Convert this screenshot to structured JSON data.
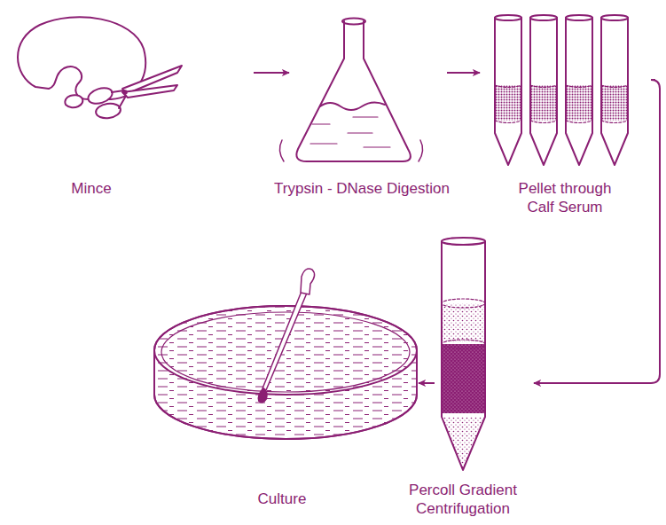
{
  "diagram": {
    "nodes": [
      {
        "text": [
          "Mince"
        ]
      },
      {
        "text": [
          "Trypsin - DNase Digestion"
        ]
      },
      {
        "text": [
          "Pellet through Calf Serum"
        ]
      },
      {
        "text": [
          "Culture"
        ]
      },
      {
        "text": [
          "Percoll Gradient Centrifugation"
        ]
      }
    ],
    "edges": [
      {
        "from": 0,
        "to": 1,
        "arrow": "to"
      },
      {
        "from": 1,
        "to": 2,
        "arrow": "to"
      },
      {
        "from": 2,
        "to": 4,
        "arrow": "to"
      },
      {
        "from": 4,
        "to": 3,
        "arrow": "to"
      }
    ]
  }
}
